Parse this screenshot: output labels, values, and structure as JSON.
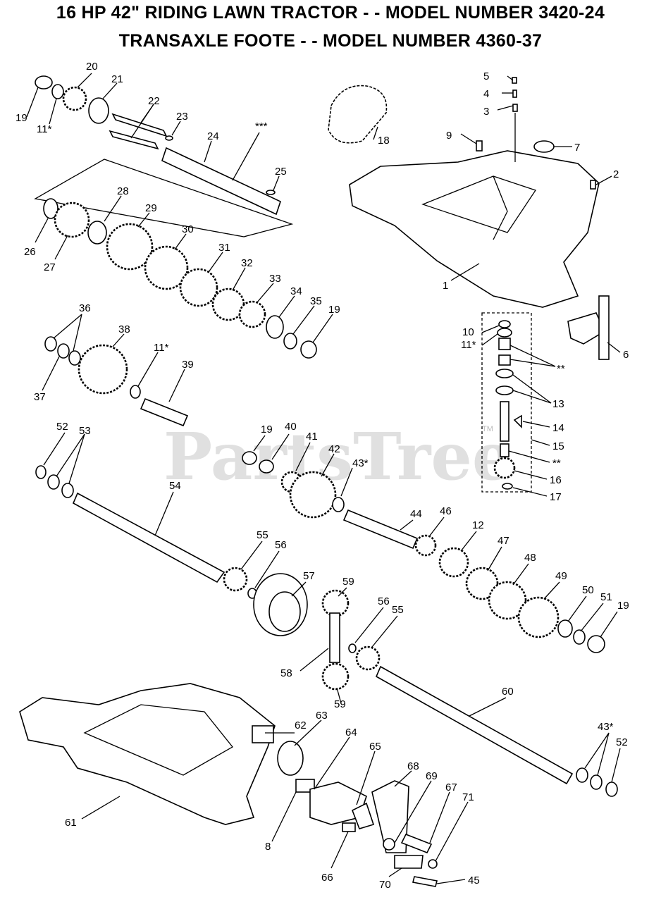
{
  "titles": {
    "line1": "16 HP 42\" RIDING LAWN TRACTOR - - MODEL NUMBER 3420-24",
    "line2": "TRANSAXLE FOOTE - - MODEL NUMBER 4360-37"
  },
  "watermark": "PartsTree",
  "watermark_tm": "TM",
  "callouts": {
    "c1": "1",
    "c2": "2",
    "c3": "3",
    "c4": "4",
    "c5": "5",
    "c6": "6",
    "c7": "7",
    "c8": "8",
    "c9": "9",
    "c10": "10",
    "c11a": "11*",
    "c11b": "11*",
    "c11c": "11*",
    "c12": "12",
    "c13": "13",
    "c14": "14",
    "c15": "15",
    "c16": "16",
    "c17": "17",
    "c18": "18",
    "c19a": "19",
    "c19b": "19",
    "c19c": "19",
    "c19d": "19",
    "c20": "20",
    "c21": "21",
    "c22": "22",
    "c23": "23",
    "c24": "24",
    "c25": "25",
    "c26": "26",
    "c27": "27",
    "c28": "28",
    "c29": "29",
    "c30": "30",
    "c31": "31",
    "c32": "32",
    "c33": "33",
    "c34": "34",
    "c35": "35",
    "c36": "36",
    "c37": "37",
    "c38": "38",
    "c39": "39",
    "c40": "40",
    "c41": "41",
    "c42": "42",
    "c43a": "43*",
    "c43b": "43*",
    "c44": "44",
    "c45": "45",
    "c46": "46",
    "c47": "47",
    "c48": "48",
    "c49": "49",
    "c50": "50",
    "c51": "51",
    "c52a": "52",
    "c52b": "52",
    "c53": "53",
    "c54": "54",
    "c55a": "55",
    "c55b": "55",
    "c56a": "56",
    "c56b": "56",
    "c57": "57",
    "c58": "58",
    "c59a": "59",
    "c59b": "59",
    "c60": "60",
    "c61": "61",
    "c62": "62",
    "c63": "63",
    "c64": "64",
    "c65": "65",
    "c66": "66",
    "c67": "67",
    "c68": "68",
    "c69": "69",
    "c70": "70",
    "c71": "71",
    "cstar3": "***",
    "cstar2a": "**",
    "cstar2b": "**"
  }
}
